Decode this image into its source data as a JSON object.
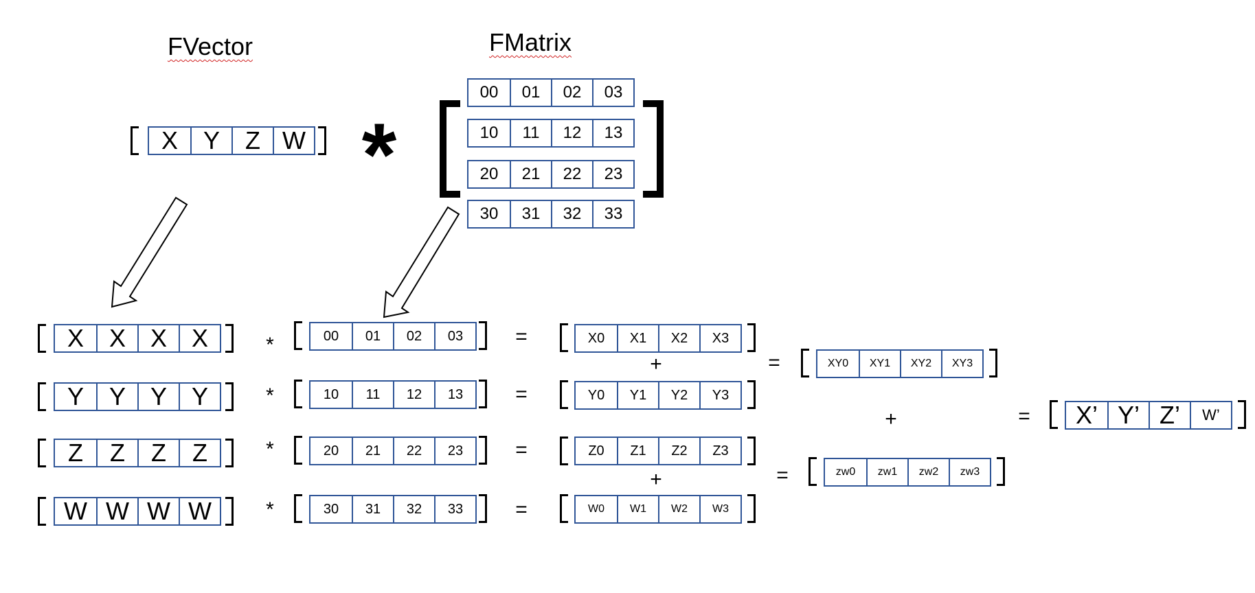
{
  "titles": {
    "fvector": "FVector",
    "fmatrix": "FMatrix"
  },
  "top_vector": [
    "X",
    "Y",
    "Z",
    "W"
  ],
  "top_matrix": [
    [
      "00",
      "01",
      "02",
      "03"
    ],
    [
      "10",
      "11",
      "12",
      "13"
    ],
    [
      "20",
      "21",
      "22",
      "23"
    ],
    [
      "30",
      "31",
      "32",
      "33"
    ]
  ],
  "big_multiply": "*",
  "split_vectors": [
    [
      "X",
      "X",
      "X",
      "X"
    ],
    [
      "Y",
      "Y",
      "Y",
      "Y"
    ],
    [
      "Z",
      "Z",
      "Z",
      "Z"
    ],
    [
      "W",
      "W",
      "W",
      "W"
    ]
  ],
  "matrix_rows": [
    [
      "00",
      "01",
      "02",
      "03"
    ],
    [
      "10",
      "11",
      "12",
      "13"
    ],
    [
      "20",
      "21",
      "22",
      "23"
    ],
    [
      "30",
      "31",
      "32",
      "33"
    ]
  ],
  "products": [
    [
      "X0",
      "X1",
      "X2",
      "X3"
    ],
    [
      "Y0",
      "Y1",
      "Y2",
      "Y3"
    ],
    [
      "Z0",
      "Z1",
      "Z2",
      "Z3"
    ],
    [
      "W0",
      "W1",
      "W2",
      "W3"
    ]
  ],
  "sum_xy": [
    "XY0",
    "XY1",
    "XY2",
    "XY3"
  ],
  "sum_zw": [
    "zw0",
    "zw1",
    "zw2",
    "zw3"
  ],
  "result": [
    "X’",
    "Y’",
    "Z’",
    "W’"
  ],
  "operators": {
    "multiply": "*",
    "equals": "=",
    "plus": "+"
  }
}
